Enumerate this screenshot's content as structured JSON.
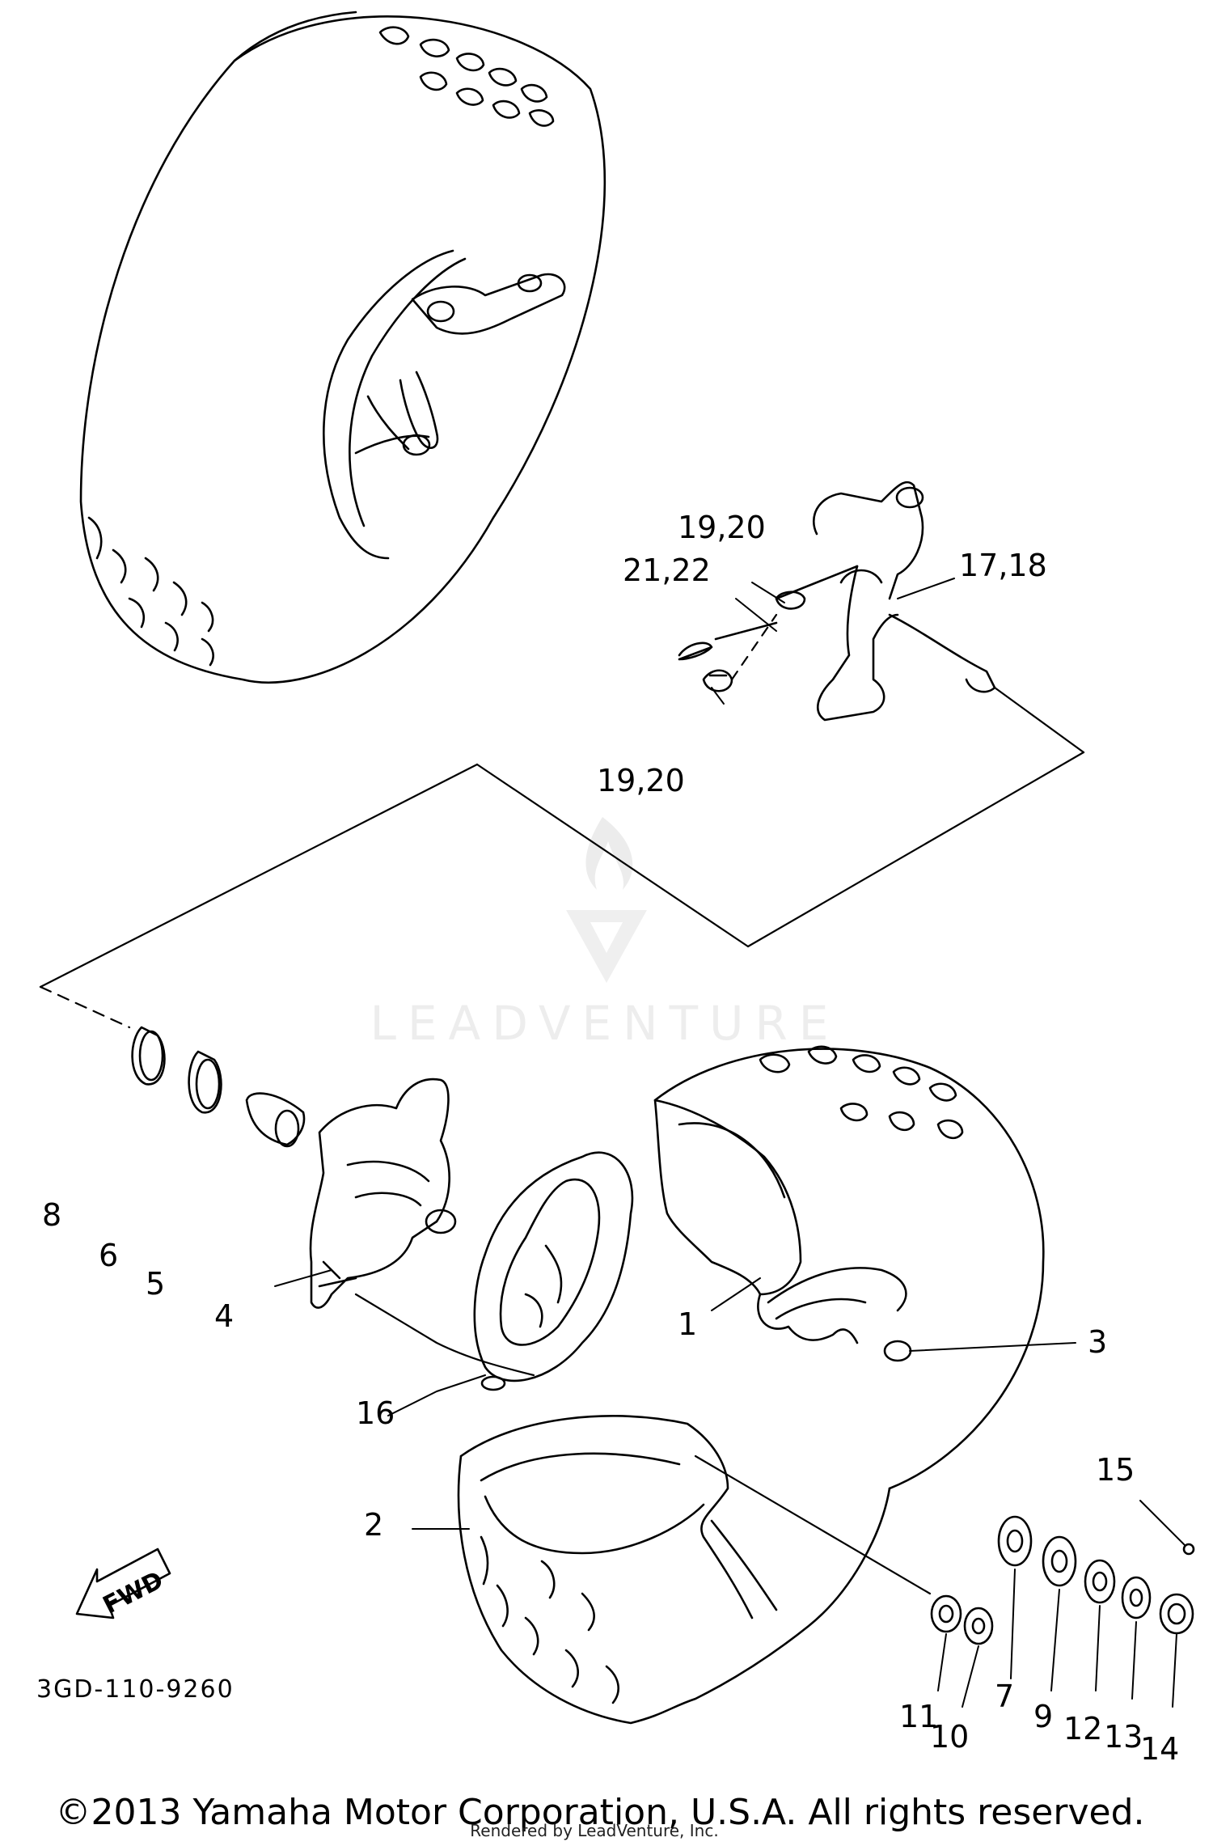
{
  "diagram": {
    "callouts": {
      "c1": "1",
      "c2": "2",
      "c3": "3",
      "c4": "4",
      "c5": "5",
      "c6": "6",
      "c7": "7",
      "c8": "8",
      "c9": "9",
      "c10": "10",
      "c11": "11",
      "c12": "12",
      "c13": "13",
      "c14": "14",
      "c15": "15",
      "c16": "16",
      "c17_18": "17,18",
      "c19_20_top": "19,20",
      "c19_20_bottom": "19,20",
      "c21_22": "21,22"
    },
    "direction_label": "FWD",
    "drawing_code": "3GD-110-9260"
  },
  "watermark": {
    "brand": "LEADVENTURE"
  },
  "footer": {
    "copyright": "©2013 Yamaha Motor Corporation, U.S.A. All rights reserved.",
    "credit": "Rendered by LeadVenture, Inc."
  }
}
